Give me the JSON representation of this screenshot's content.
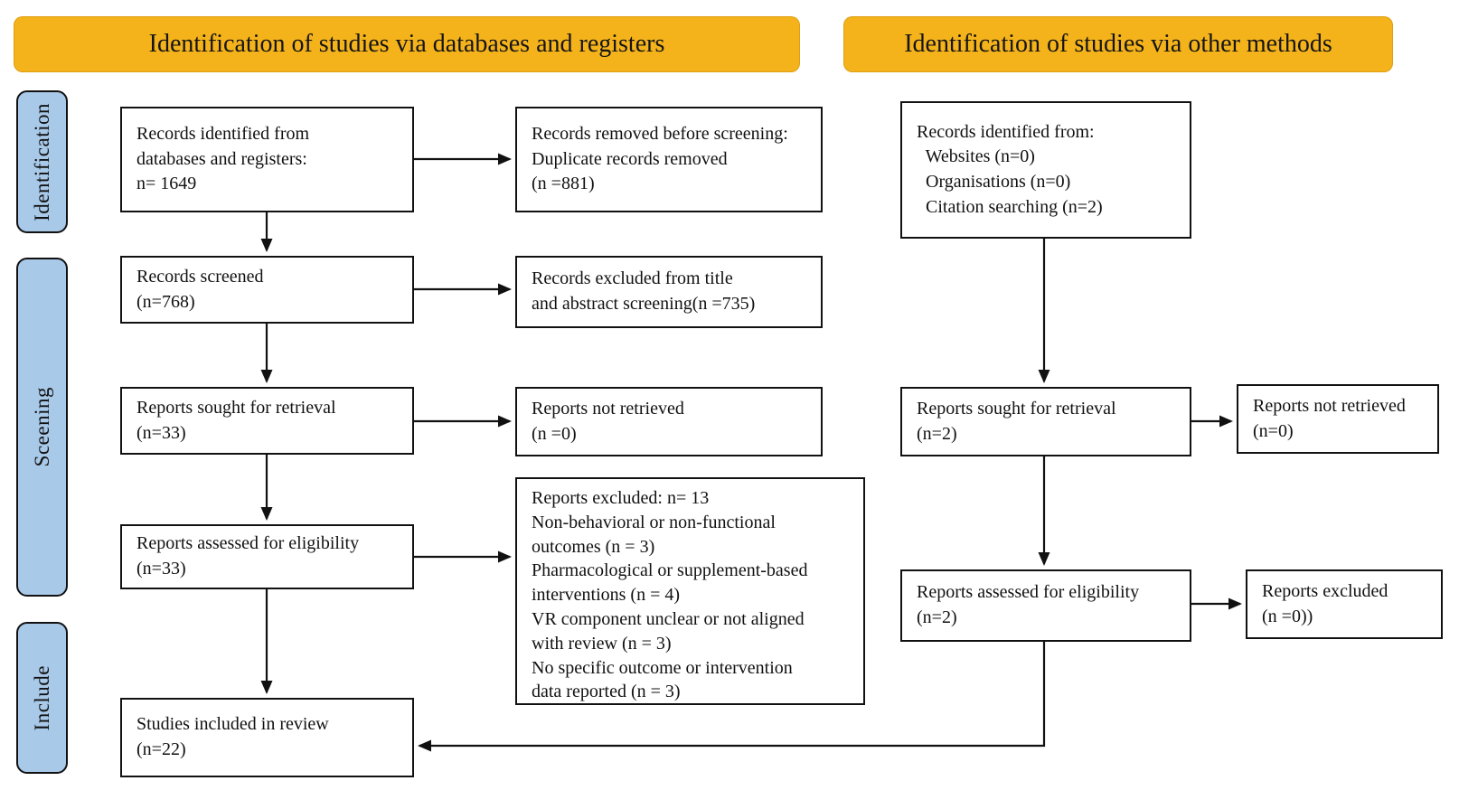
{
  "headers": {
    "databases": "Identification of studies via databases and registers",
    "other_methods": "Identification of studies via other methods"
  },
  "sidebar": {
    "identification": "Identification",
    "screening": "Sceening",
    "include": "Include"
  },
  "boxes": {
    "records_identified_db": "Records identified from\ndatabases and registers:\nn= 1649",
    "records_removed": "Records removed before screening:\nDuplicate records removed\n(n =881)",
    "records_screened": "Records screened\n(n=768)",
    "records_excluded_title": "Records excluded from title\nand abstract screening(n =735)",
    "reports_sought_db": "Reports sought for retrieval\n(n=33)",
    "reports_not_retrieved_db": "Reports not retrieved\n(n =0)",
    "reports_assessed_db": "Reports assessed for eligibility\n(n=33)",
    "reports_excluded_detail": "Reports excluded: n= 13\nNon-behavioral or non-functional\noutcomes (n = 3)\nPharmacological or supplement-based\ninterventions (n = 4)\nVR component unclear or not aligned\nwith review (n = 3)\nNo specific outcome or intervention\ndata reported (n = 3)",
    "studies_included": "Studies included in review\n(n=22)",
    "records_identified_other": "Records identified from:\n  Websites (n=0)\n  Organisations (n=0)\n  Citation searching (n=2)",
    "reports_sought_other": "Reports sought for retrieval\n(n=2)",
    "reports_not_retrieved_other": "Reports not retrieved\n(n=0)",
    "reports_assessed_other": "Reports assessed for eligibility\n(n=2)",
    "reports_excluded_other": "Reports excluded\n(n =0))"
  },
  "colors": {
    "header_bg": "#F5B31B",
    "sidebar_bg": "#A9C9E9",
    "line": "#111111"
  }
}
